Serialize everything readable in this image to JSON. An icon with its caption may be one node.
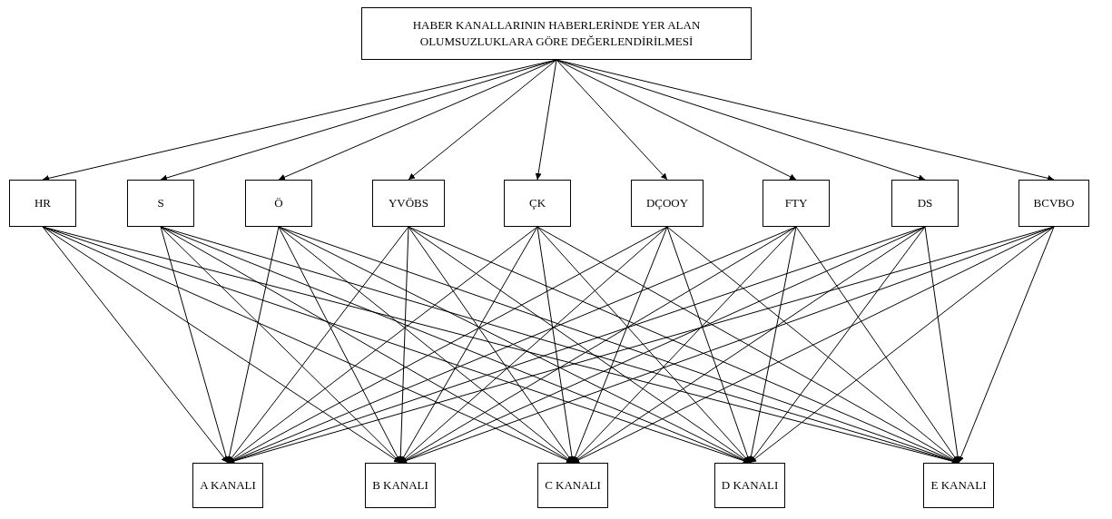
{
  "diagram": {
    "nodes": [
      {
        "text": [
          "HABER KANALLARININ HABERLERİNDE YER ALAN OLUMSUZLUKLARA GÖRE DEĞERLENDİRİLMESİ"
        ]
      },
      {
        "text": [
          "HR"
        ]
      },
      {
        "text": [
          "S"
        ]
      },
      {
        "text": [
          "Ö"
        ]
      },
      {
        "text": [
          "YVÖBS"
        ]
      },
      {
        "text": [
          "ÇK"
        ]
      },
      {
        "text": [
          "DÇOOY"
        ]
      },
      {
        "text": [
          "FTY"
        ]
      },
      {
        "text": [
          "DS"
        ]
      },
      {
        "text": [
          "BCVBO"
        ]
      },
      {
        "text": [
          "A KANALI"
        ]
      },
      {
        "text": [
          "B KANALI"
        ]
      },
      {
        "text": [
          "C KANALI"
        ]
      },
      {
        "text": [
          "D KANALI"
        ]
      },
      {
        "text": [
          "E KANALI"
        ]
      }
    ],
    "edges": [
      {
        "from": 0,
        "to": 1,
        "arrow": "to"
      },
      {
        "from": 0,
        "to": 2,
        "arrow": "to"
      },
      {
        "from": 0,
        "to": 3,
        "arrow": "to"
      },
      {
        "from": 0,
        "to": 4,
        "arrow": "to"
      },
      {
        "from": 0,
        "to": 5,
        "arrow": "to"
      },
      {
        "from": 0,
        "to": 6,
        "arrow": "to"
      },
      {
        "from": 0,
        "to": 7,
        "arrow": "to"
      },
      {
        "from": 0,
        "to": 8,
        "arrow": "to"
      },
      {
        "from": 0,
        "to": 9,
        "arrow": "to"
      },
      {
        "from": 1,
        "to": 10,
        "arrow": "to"
      },
      {
        "from": 1,
        "to": 11,
        "arrow": "to"
      },
      {
        "from": 1,
        "to": 12,
        "arrow": "to"
      },
      {
        "from": 1,
        "to": 13,
        "arrow": "to"
      },
      {
        "from": 1,
        "to": 14,
        "arrow": "to"
      },
      {
        "from": 2,
        "to": 10,
        "arrow": "to"
      },
      {
        "from": 2,
        "to": 11,
        "arrow": "to"
      },
      {
        "from": 2,
        "to": 12,
        "arrow": "to"
      },
      {
        "from": 2,
        "to": 13,
        "arrow": "to"
      },
      {
        "from": 2,
        "to": 14,
        "arrow": "to"
      },
      {
        "from": 3,
        "to": 10,
        "arrow": "to"
      },
      {
        "from": 3,
        "to": 11,
        "arrow": "to"
      },
      {
        "from": 3,
        "to": 12,
        "arrow": "to"
      },
      {
        "from": 3,
        "to": 13,
        "arrow": "to"
      },
      {
        "from": 3,
        "to": 14,
        "arrow": "to"
      },
      {
        "from": 4,
        "to": 10,
        "arrow": "to"
      },
      {
        "from": 4,
        "to": 11,
        "arrow": "to"
      },
      {
        "from": 4,
        "to": 12,
        "arrow": "to"
      },
      {
        "from": 4,
        "to": 13,
        "arrow": "to"
      },
      {
        "from": 4,
        "to": 14,
        "arrow": "to"
      },
      {
        "from": 5,
        "to": 10,
        "arrow": "to"
      },
      {
        "from": 5,
        "to": 11,
        "arrow": "to"
      },
      {
        "from": 5,
        "to": 12,
        "arrow": "to"
      },
      {
        "from": 5,
        "to": 13,
        "arrow": "to"
      },
      {
        "from": 5,
        "to": 14,
        "arrow": "to"
      },
      {
        "from": 6,
        "to": 10,
        "arrow": "to"
      },
      {
        "from": 6,
        "to": 11,
        "arrow": "to"
      },
      {
        "from": 6,
        "to": 12,
        "arrow": "to"
      },
      {
        "from": 6,
        "to": 13,
        "arrow": "to"
      },
      {
        "from": 6,
        "to": 14,
        "arrow": "to"
      },
      {
        "from": 7,
        "to": 10,
        "arrow": "to"
      },
      {
        "from": 7,
        "to": 11,
        "arrow": "to"
      },
      {
        "from": 7,
        "to": 12,
        "arrow": "to"
      },
      {
        "from": 7,
        "to": 13,
        "arrow": "to"
      },
      {
        "from": 7,
        "to": 14,
        "arrow": "to"
      },
      {
        "from": 8,
        "to": 10,
        "arrow": "to"
      },
      {
        "from": 8,
        "to": 11,
        "arrow": "to"
      },
      {
        "from": 8,
        "to": 12,
        "arrow": "to"
      },
      {
        "from": 8,
        "to": 13,
        "arrow": "to"
      },
      {
        "from": 8,
        "to": 14,
        "arrow": "to"
      },
      {
        "from": 9,
        "to": 10,
        "arrow": "to"
      },
      {
        "from": 9,
        "to": 11,
        "arrow": "to"
      },
      {
        "from": 9,
        "to": 12,
        "arrow": "to"
      },
      {
        "from": 9,
        "to": 13,
        "arrow": "to"
      },
      {
        "from": 9,
        "to": 14,
        "arrow": "to"
      }
    ]
  }
}
